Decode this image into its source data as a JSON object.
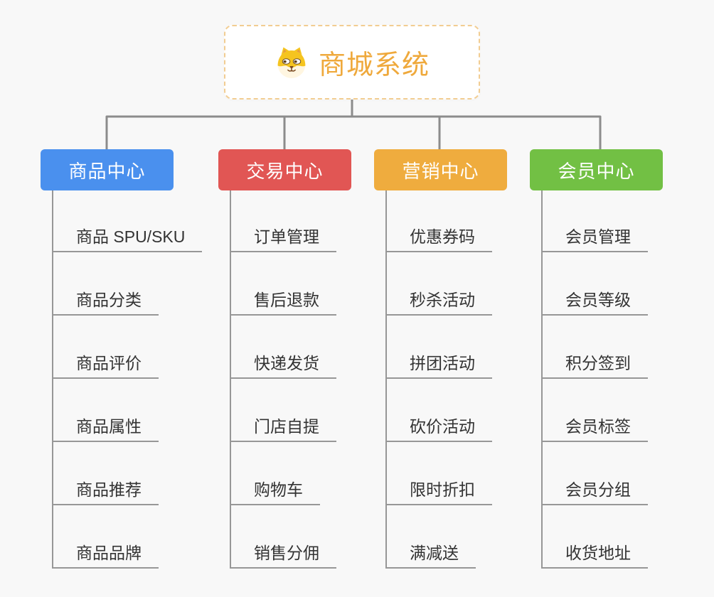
{
  "root": {
    "label": "商城系统",
    "icon": "shiba-dog-icon"
  },
  "colors": {
    "background": "#F8F8F8",
    "connector": "#8C8C8C",
    "underline": "#979797",
    "child_text": "#333333",
    "root_accent": "#EFA93C",
    "root_border": "#F2CD92",
    "root_bg": "#FFFFFF",
    "branch_text": "#FFFFFF"
  },
  "branches": [
    {
      "label": "商品中心",
      "color": "#4A90EE",
      "children": [
        "商品 SPU/SKU",
        "商品分类",
        "商品评价",
        "商品属性",
        "商品推荐",
        "商品品牌"
      ]
    },
    {
      "label": "交易中心",
      "color": "#E15654",
      "children": [
        "订单管理",
        "售后退款",
        "快递发货",
        "门店自提",
        "购物车",
        "销售分佣"
      ]
    },
    {
      "label": "营销中心",
      "color": "#EFAC3E",
      "children": [
        "优惠券码",
        "秒杀活动",
        "拼团活动",
        "砍价活动",
        "限时折扣",
        "满减送"
      ]
    },
    {
      "label": "会员中心",
      "color": "#72C044",
      "children": [
        "会员管理",
        "会员等级",
        "积分签到",
        "会员标签",
        "会员分组",
        "收货地址"
      ]
    }
  ]
}
